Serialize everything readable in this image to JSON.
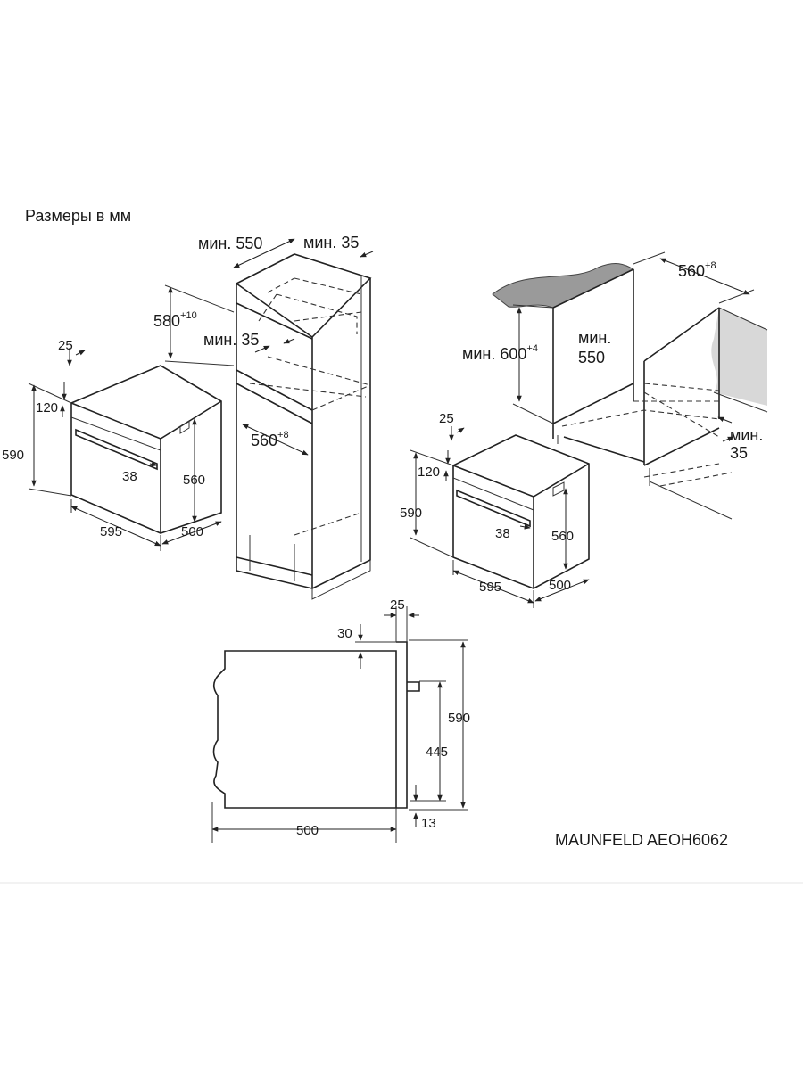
{
  "title": "Размеры в мм",
  "model": "MAUNFELD AEOH6062",
  "tall_cabinet": {
    "depth_min": "мин. 550",
    "side_gap_min": "мин. 35",
    "niche_height_main": "580",
    "niche_height_tol": "+10",
    "vent_gap_min": "мин. 35",
    "niche_width_main": "560",
    "niche_width_tol": "+8"
  },
  "oven_left": {
    "d25": "25",
    "d120": "120",
    "d590": "590",
    "d38": "38",
    "d560": "560",
    "d595": "595",
    "d500": "500"
  },
  "undercounter": {
    "niche_width_main": "560",
    "niche_width_tol": "+8",
    "niche_height_prefix": "мин. 600",
    "niche_height_tol": "+4",
    "depth_min_line1": "мин.",
    "depth_min_line2": "550",
    "side_gap_line1": "мин.",
    "side_gap_line2": "35"
  },
  "oven_right": {
    "d25": "25",
    "d120": "120",
    "d590": "590",
    "d38": "38",
    "d560": "560",
    "d595": "595",
    "d500": "500"
  },
  "side_view": {
    "d25": "25",
    "d30": "30",
    "d590": "590",
    "d445": "445",
    "d500": "500",
    "d13": "13"
  }
}
